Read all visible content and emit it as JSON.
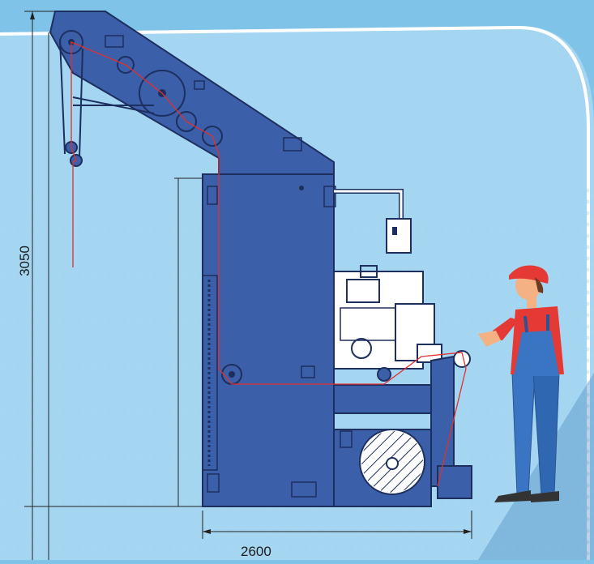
{
  "drawing": {
    "height_dimension": "3050",
    "width_dimension": "2600"
  },
  "colors": {
    "background": "#7fc4e8",
    "machine_body": "#3c5fa9",
    "machine_outline": "#1d2f5e",
    "thread": "#e03030",
    "worker_shirt": "#e53935",
    "worker_overalls": "#3a75c4",
    "worker_cap": "#e53935"
  },
  "icons": [
    "winding-machine",
    "thread-spool",
    "operator-figure",
    "dimension-arrow"
  ]
}
